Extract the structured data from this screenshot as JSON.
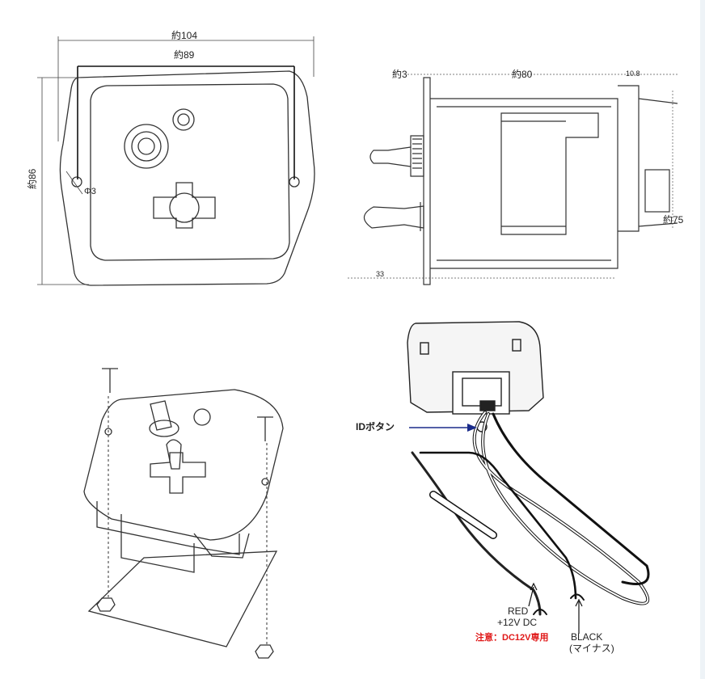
{
  "front_view": {
    "width_overall": "約104",
    "width_holes": "約89",
    "height": "約86",
    "hole": "Φ3"
  },
  "side_view": {
    "thickness": "約3",
    "depth": "約80",
    "tail": "10.8",
    "height": "約75",
    "lever": "33"
  },
  "wiring": {
    "id_button": "IDボタン",
    "red_label": "RED",
    "red_voltage": "+12V DC",
    "black_label": "BLACK",
    "black_sub": "(マイナス)",
    "caution": "注意：DC12V専用"
  },
  "colors": {
    "line": "#333333",
    "caution": "#e01818",
    "pointer": "#1a2b8a",
    "edge": "#eef3f7"
  }
}
